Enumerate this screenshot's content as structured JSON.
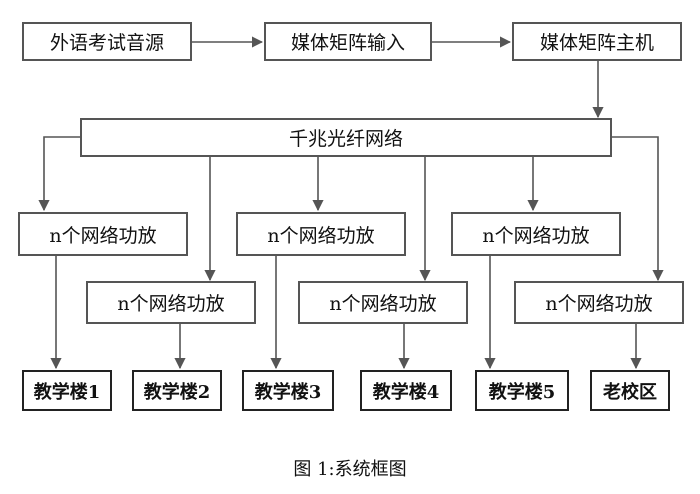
{
  "top_row": {
    "source": "外语考试音源",
    "matrix_input": "媒体矩阵输入",
    "matrix_host": "媒体矩阵主机"
  },
  "network": "千兆光纤网络",
  "amplifiers": [
    "n个网络功放",
    "n个网络功放",
    "n个网络功放",
    "n个网络功放",
    "n个网络功放",
    "n个网络功放"
  ],
  "buildings": [
    "教学楼1",
    "教学楼2",
    "教学楼3",
    "教学楼4",
    "教学楼5",
    "老校区"
  ],
  "caption": "图 1:系统框图"
}
